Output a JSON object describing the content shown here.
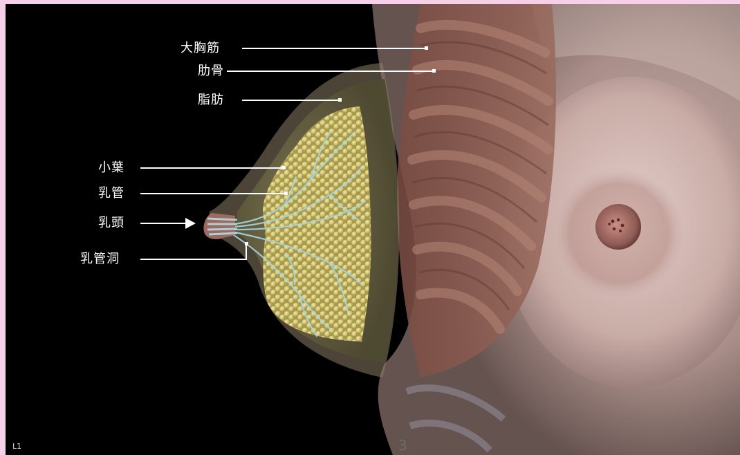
{
  "labels": {
    "pectoralis": "大胸筋",
    "ribs": "肋骨",
    "fat": "脂肪",
    "lobule": "小葉",
    "duct": "乳管",
    "nipple": "乳頭",
    "sinus": "乳管洞"
  },
  "corner_label": "L1",
  "page_number": "3",
  "colors": {
    "frame_border": "#f6cfe8",
    "background": "#000000",
    "skin": "#c7a7a0",
    "muscle": "#8a5a4e",
    "fat": "#6f6a45",
    "lobule": "#cfc47a",
    "duct": "#9fd0d8"
  }
}
